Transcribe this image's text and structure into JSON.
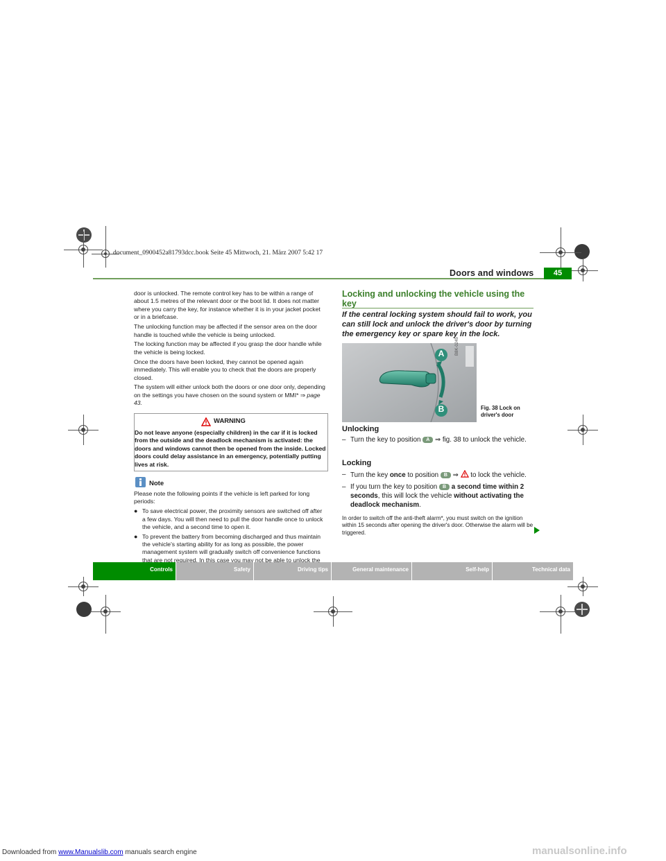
{
  "footer": {
    "prefix": "Downloaded from",
    "link": "www.Manualslib.com",
    "suffix": "manuals search engine",
    "watermark": "manualsonline.info"
  },
  "book_line": "document_0900452a81793dcc.book  Seite 45  Mittwoch, 21. März 2007  5:42 17",
  "header": {
    "title": "Doors and windows",
    "page_number": "45"
  },
  "left_column": {
    "paragraphs": [
      "door is unlocked. The remote control key has to be within a range of about 1.5 metres of the relevant door or the boot lid. It does not matter where you carry the key, for instance whether it is in your jacket pocket or in a briefcase.",
      "The unlocking function may be affected if the sensor area on the door handle is touched while the vehicle is being unlocked.",
      "The locking function may be affected if you grasp the door handle while the vehicle is being locked.",
      "Once the doors have been locked, they cannot be opened again immediately. This will enable you to check that the doors are properly closed.",
      "The system will either unlock both the doors or one door only, depending on the settings you have chosen on the sound system or"
    ],
    "mmi_text": "MMI*",
    "page_ref": "⇒ page 43.",
    "warning": {
      "title": "WARNING",
      "body": "Do not leave anyone (especially children) in the car if it is locked from the outside and the deadlock mechanism is activated: the doors and windows cannot then be opened from the inside. Locked doors could delay assistance in an emergency, potentially putting lives at risk."
    },
    "note": {
      "title": "Note",
      "intro": "Please note the following points if the vehicle is left parked for long periods:",
      "bullets": [
        "To save electrical power, the proximity sensors are switched off after a few days. You will then need to pull the door handle once to unlock the vehicle, and a second time to open it.",
        "To prevent the battery from becoming discharged and thus maintain the vehicle's starting ability for as long as possible, the power management system will gradually switch off convenience functions that are not required. In this case you may not be able to unlock the vehicle with this convenience function."
      ]
    }
  },
  "right_column": {
    "title": "Locking and unlocking the vehicle using the key",
    "intro": "If the central locking system should fail to work, you can still lock and unlock the driver's door by turning the emergency key or spare key in the lock.",
    "figure": {
      "code": "B8K-0245",
      "label_a": "A",
      "label_b": "B",
      "caption_line1": "Fig. 38  Lock on",
      "caption_line2": "driver's door"
    },
    "unlocking": {
      "heading": "Unlocking",
      "step_before": "Turn the key to position",
      "key_a": "A",
      "step_after": "⇒ fig. 38 to unlock the vehicle."
    },
    "locking": {
      "heading": "Locking",
      "step1_a": "Turn the key",
      "step1_bold": "once",
      "step1_b": "to position",
      "key_b": "B",
      "step1_arrow": "⇒",
      "step1_c": "to lock the vehicle.",
      "step2_a": "If you turn the key to position",
      "step2_bold1": "a second time within 2 seconds",
      "step2_b": ", this will lock the vehicle",
      "step2_bold2": "without activating the deadlock mechanism",
      "step2_c": "."
    },
    "note_text": "In order to switch off the anti-theft alarm*, you must switch on the ignition within 15 seconds after opening the driver's door. Otherwise the alarm will be triggered."
  },
  "tabs": [
    {
      "label": "Controls",
      "active": true
    },
    {
      "label": "Safety",
      "active": false
    },
    {
      "label": "Driving tips",
      "active": false
    },
    {
      "label": "General maintenance",
      "active": false
    },
    {
      "label": "Self-help",
      "active": false
    },
    {
      "label": "Technical data",
      "active": false
    }
  ],
  "colors": {
    "accent_green": "#008c00",
    "title_green": "#3b7f2a",
    "tab_gray": "#b3b3b3",
    "handle_teal": "#2f8f7a"
  }
}
